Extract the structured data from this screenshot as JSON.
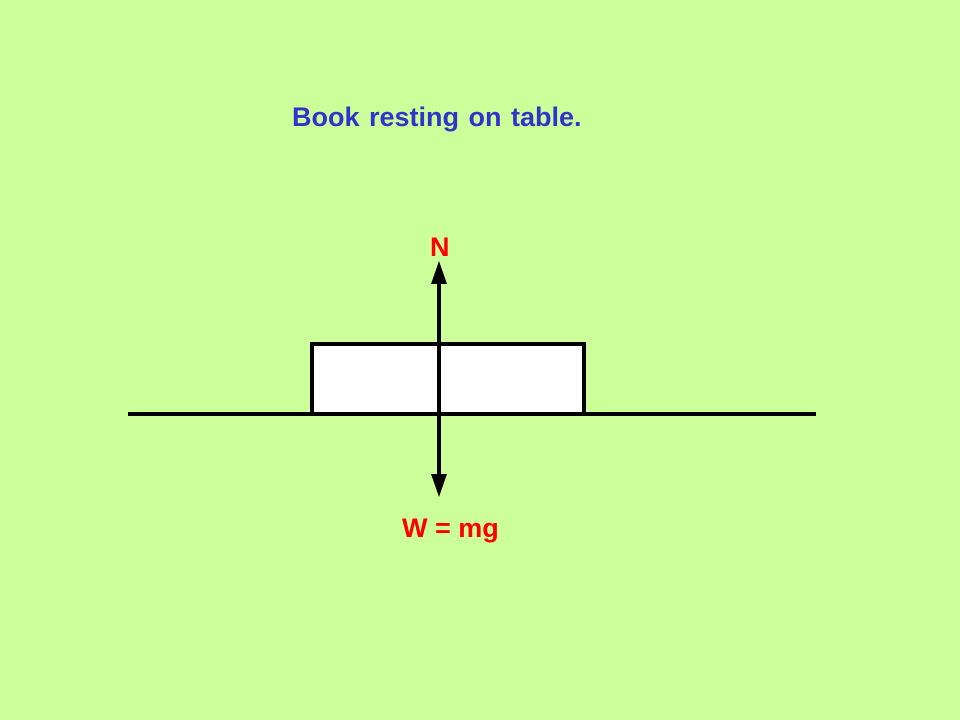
{
  "slide": {
    "title": "Book resting on table.",
    "background_color": "#ccff99",
    "title_color": "#3333cc",
    "label_color": "#ff0000"
  },
  "diagram": {
    "normal_force_label": "N",
    "weight_force_label": "W = mg",
    "book_fill": "#ffffff",
    "line_color": "#000000"
  }
}
